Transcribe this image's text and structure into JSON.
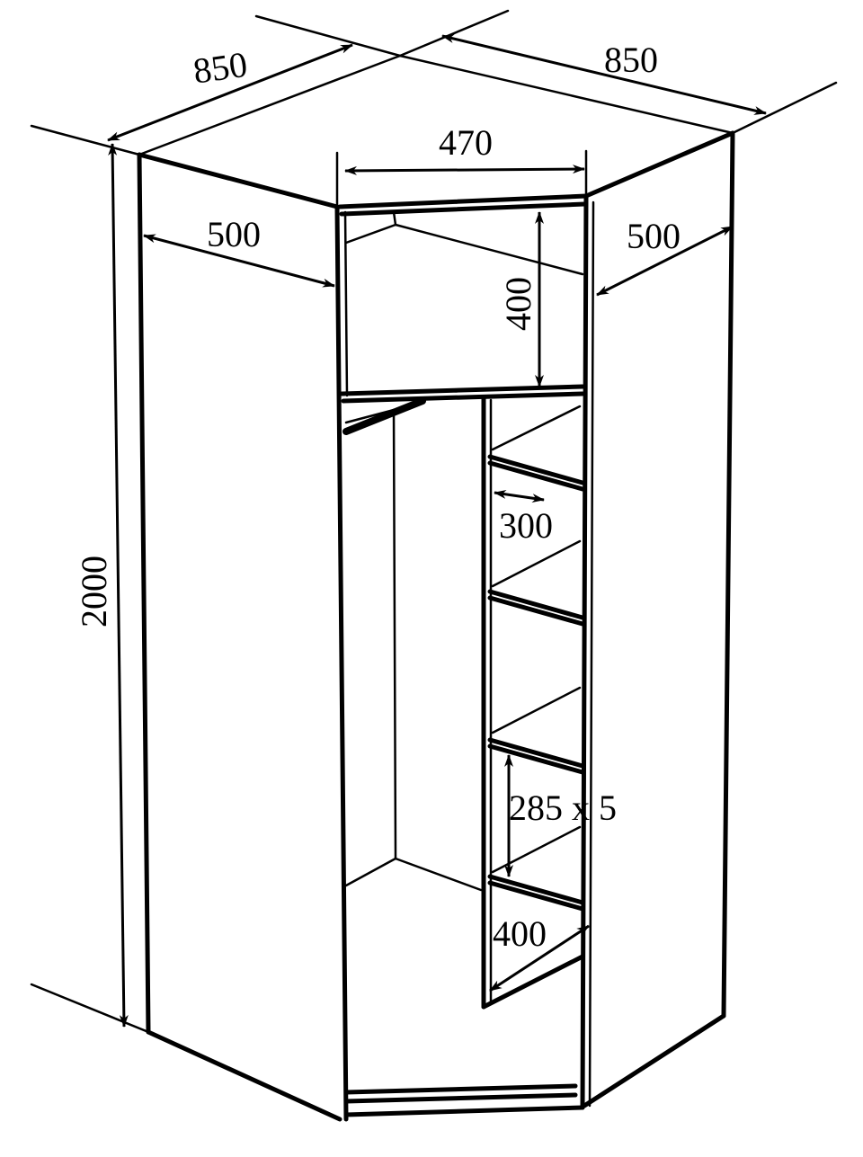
{
  "dimensions": {
    "width_left": "850",
    "width_right": "850",
    "opening_width": "470",
    "depth_left": "500",
    "depth_right": "500",
    "top_shelf_height": "400",
    "height": "2000",
    "shelf_depth": "300",
    "shelf_spacing": "285 x 5",
    "bottom_shelf_width": "400"
  },
  "colors": {
    "line": "#000000",
    "background": "#ffffff"
  }
}
